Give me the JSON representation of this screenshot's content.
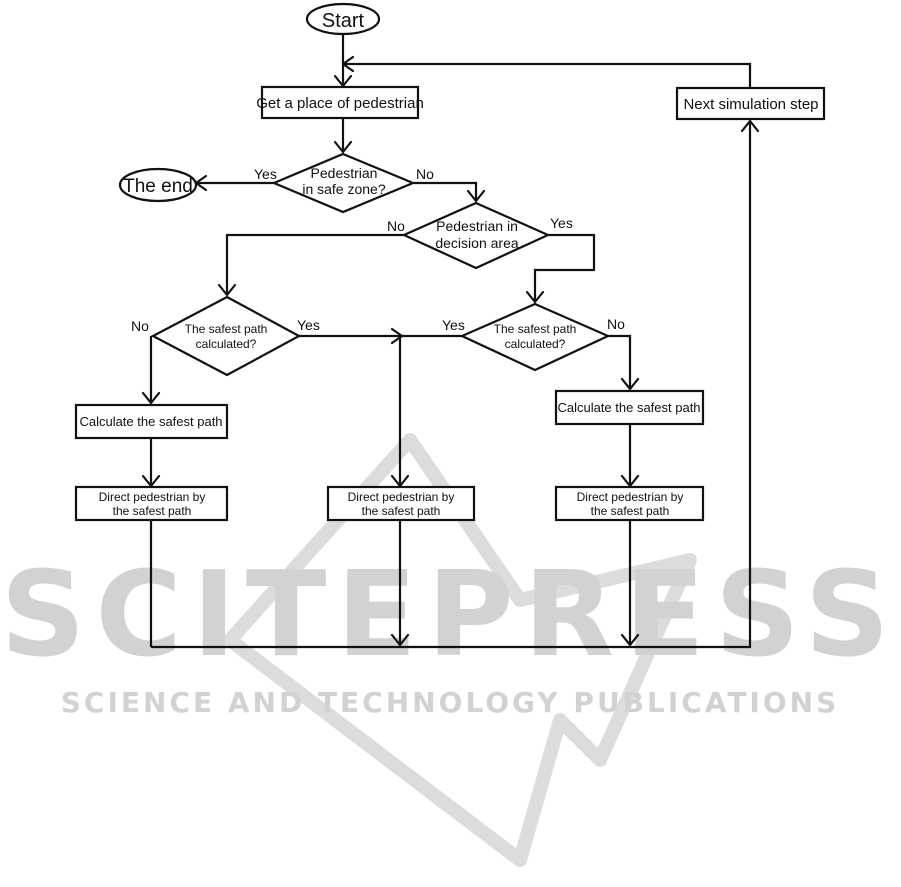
{
  "watermark": {
    "title": "SCITEPRESS",
    "subtitle": "SCIENCE AND TECHNOLOGY PUBLICATIONS"
  },
  "nodes": {
    "start": "Start",
    "get_place": "Get a place of pedestrian",
    "safe_zone": [
      "Pedestrian",
      "in safe zone?"
    ],
    "the_end": "The end",
    "decision_area": [
      "Pedestrian in",
      "decision area"
    ],
    "path_calc_left": [
      "The safest path",
      "calculated?"
    ],
    "path_calc_right": [
      "The safest path",
      "calculated?"
    ],
    "calc_left": "Calculate the safest path",
    "calc_right": "Calculate the safest path",
    "direct_left": [
      "Direct pedestrian by",
      "the safest path"
    ],
    "direct_mid": [
      "Direct pedestrian by",
      "the safest path"
    ],
    "direct_right": [
      "Direct pedestrian by",
      "the safest path"
    ],
    "next_step": "Next simulation step"
  },
  "edge_labels": {
    "safe_yes": "Yes",
    "safe_no": "No",
    "decision_no": "No",
    "decision_yes": "Yes",
    "left_no": "No",
    "left_yes": "Yes",
    "right_yes": "Yes",
    "right_no": "No"
  }
}
